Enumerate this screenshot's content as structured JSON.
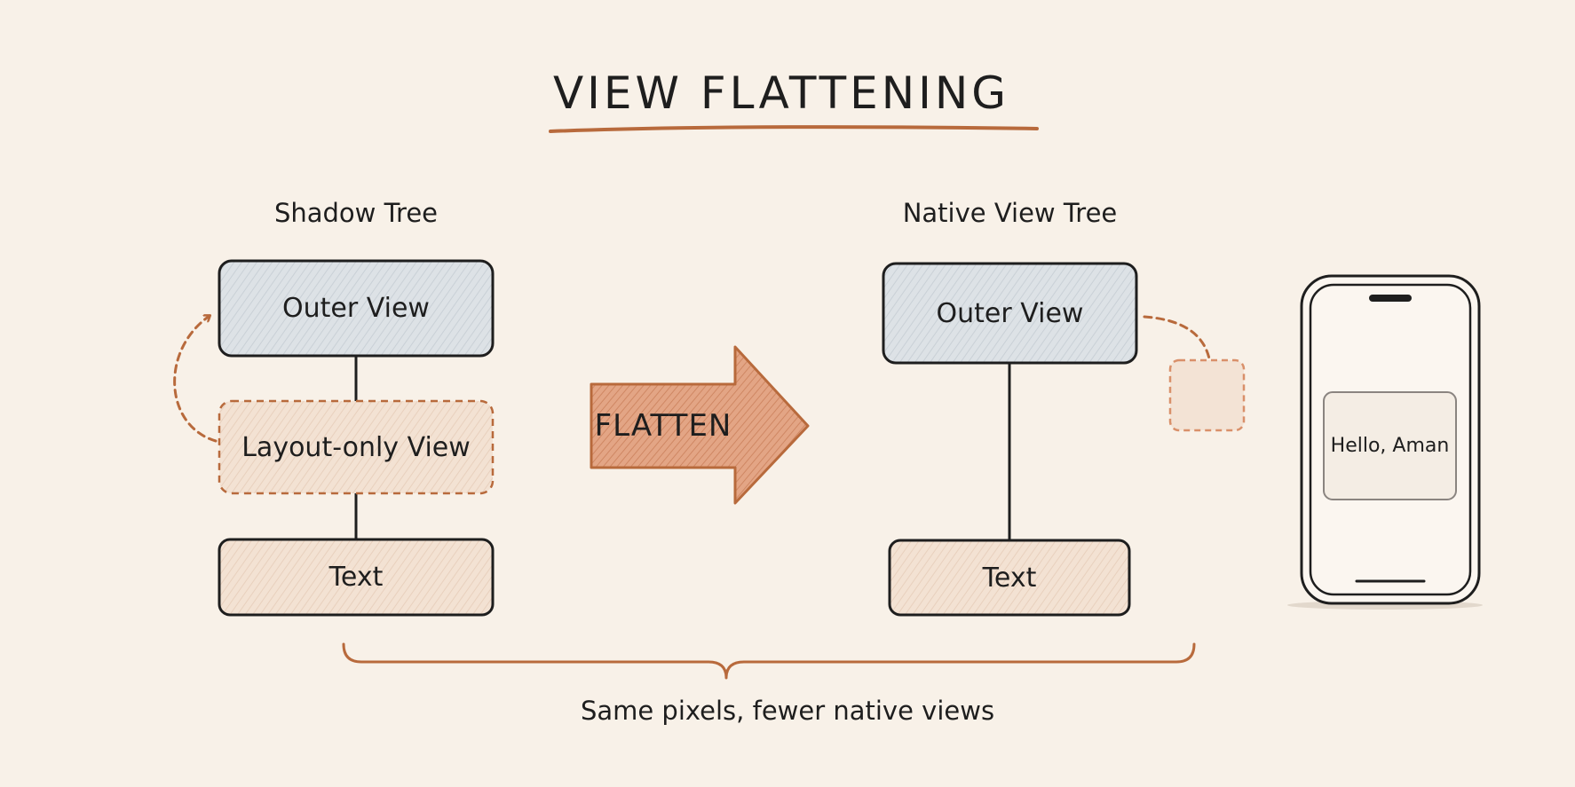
{
  "title": "VIEW FLATTENING",
  "shadow_tree": {
    "heading": "Shadow Tree",
    "outer": "Outer View",
    "layout_only": "Layout-only View",
    "text": "Text"
  },
  "flatten_label": "FLATTEN",
  "native_tree": {
    "heading": "Native View Tree",
    "outer": "Outer View",
    "text": "Text"
  },
  "phone": {
    "text": "Hello, Aman"
  },
  "caption": "Same pixels, fewer native views",
  "colors": {
    "background": "#f8f1e8",
    "outline": "#1e1e1e",
    "view_fill": "#dfe3e6",
    "peach_fill": "#f3e1d1",
    "accent": "#b86a3c",
    "arrow_fill": "#df9f7d"
  }
}
